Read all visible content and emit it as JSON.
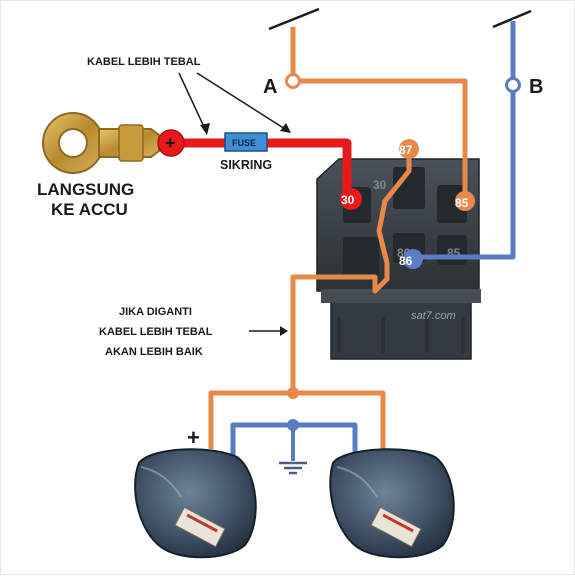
{
  "labels": {
    "kabel_tebal": "KABEL LEBIH TEBAL",
    "fuse": "FUSE",
    "sikring": "SIKRING",
    "langsung_line1": "LANGSUNG",
    "langsung_line2": "KE ACCU",
    "jika_line1": "JIKA DIGANTI",
    "jika_line2": "KABEL LEBIH TEBAL",
    "jika_line3": "AKAN LEBIH BAIK",
    "switch_a": "A",
    "switch_b": "B",
    "plus_battery": "+",
    "plus_horn": "+",
    "watermark": "sat7.com"
  },
  "relay_pins": {
    "p30": "30",
    "p87": "87",
    "p85": "85",
    "p86": "86",
    "p86_ghost": "86",
    "p85_ghost": "85",
    "p30_ghost": "30"
  },
  "colors": {
    "battery_wire": "#e8191b",
    "orange_wire": "#e8884a",
    "blue_wire": "#5a7cc2",
    "relay_body": "#3c4449",
    "fuse": "#3d8fd6",
    "terminal": "#c9a24a",
    "horn": "#3f5368"
  }
}
